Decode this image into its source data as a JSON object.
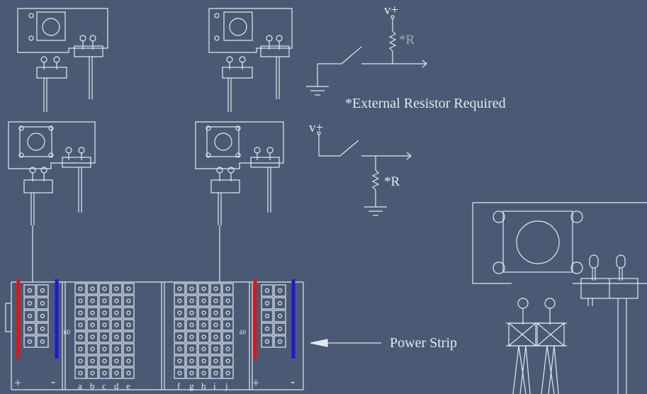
{
  "schematic_top": {
    "supply_label": "v+",
    "resistor_label": "*R"
  },
  "note": {
    "text": "*External Resistor Required"
  },
  "schematic_bottom": {
    "supply_label": "v+",
    "resistor_label": "*R"
  },
  "callout": {
    "text": "Power Strip"
  },
  "breadboard": {
    "row_number_left": "60",
    "row_number_right": "60",
    "columns_left": [
      "a",
      "b",
      "c",
      "d",
      "e"
    ],
    "columns_right": [
      "f",
      "g",
      "h",
      "i",
      "j"
    ],
    "rail_plus": "+",
    "rail_minus": "-"
  },
  "colors": {
    "background": "#4a5a74",
    "line": "#e4e8ee",
    "rail_positive": "#e41414",
    "rail_negative": "#1a1ad8"
  }
}
